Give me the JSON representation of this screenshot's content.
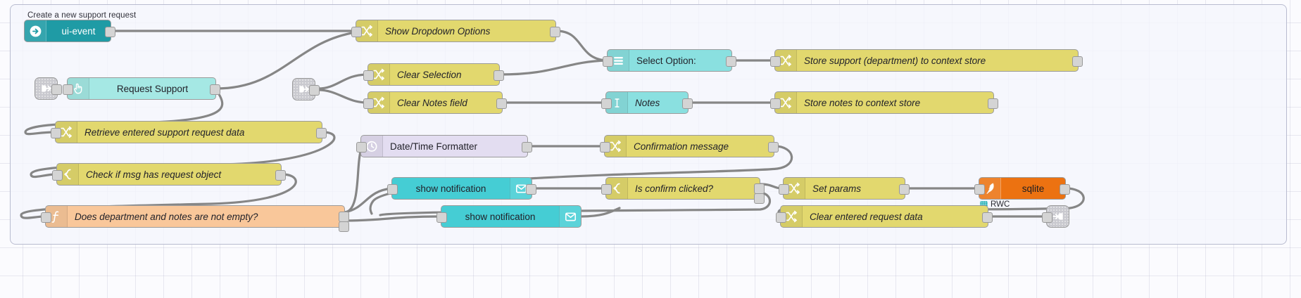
{
  "editor": {
    "app": "node-red-flow-editor",
    "group_label": "Create a new support request",
    "wire_color": "#868686",
    "canvas_bg": "#fbfbfe"
  },
  "palette_colors": {
    "change": "#e2d86e",
    "switch": "#e2d86e",
    "ui_event": "#1f9ba5",
    "ui_widget": "#a5e8e4",
    "ui_dropdown": "#8ae0e0",
    "ui_notification": "#45cdd4",
    "function": "#f9c79a",
    "date_time": "#e3ddf1",
    "sqlite": "#ec7211",
    "link": "#c9c9cf"
  },
  "nodes": [
    {
      "id": "ui-event",
      "label": "ui-event",
      "icon": "arrow-right-circle-icon",
      "type": "ui-event",
      "italic": false,
      "align": "center"
    },
    {
      "id": "link-in-1",
      "label": "",
      "icon": "link-in-icon",
      "type": "link-in",
      "italic": false,
      "align": "center"
    },
    {
      "id": "request-support",
      "label": "Request Support",
      "icon": "pointer-hand-icon",
      "type": "ui-button",
      "italic": false,
      "align": "center"
    },
    {
      "id": "show-dropdown",
      "label": "Show Dropdown Options",
      "icon": "change-icon",
      "type": "change",
      "italic": true,
      "align": "left"
    },
    {
      "id": "link-in-2",
      "label": "",
      "icon": "link-in-icon",
      "type": "link-in",
      "italic": false,
      "align": "center"
    },
    {
      "id": "clear-selection",
      "label": "Clear Selection",
      "icon": "change-icon",
      "type": "change",
      "italic": true,
      "align": "left"
    },
    {
      "id": "clear-notes",
      "label": "Clear Notes field",
      "icon": "change-icon",
      "type": "change",
      "italic": true,
      "align": "left"
    },
    {
      "id": "select-option",
      "label": "Select Option:",
      "icon": "dropdown-list-icon",
      "type": "ui-dropdown",
      "italic": false,
      "align": "left"
    },
    {
      "id": "notes",
      "label": "Notes",
      "icon": "text-cursor-icon",
      "type": "ui-text-input",
      "italic": true,
      "align": "left"
    },
    {
      "id": "store-support",
      "label": "Store support (department) to context store",
      "icon": "change-icon",
      "type": "change",
      "italic": true,
      "align": "left"
    },
    {
      "id": "store-notes",
      "label": "Store notes to context store",
      "icon": "change-icon",
      "type": "change",
      "italic": true,
      "align": "left"
    },
    {
      "id": "retrieve-data",
      "label": "Retrieve entered support request data",
      "icon": "change-icon",
      "type": "change",
      "italic": true,
      "align": "left"
    },
    {
      "id": "check-msg",
      "label": "Check if msg has request object",
      "icon": "switch-icon",
      "type": "switch",
      "italic": true,
      "align": "left"
    },
    {
      "id": "not-empty",
      "label": "Does department and notes are not empty?",
      "icon": "function-icon",
      "type": "function",
      "italic": true,
      "align": "left"
    },
    {
      "id": "datetime",
      "label": "Date/Time Formatter",
      "icon": "clock-icon",
      "type": "date-time",
      "italic": false,
      "align": "left"
    },
    {
      "id": "confirmation",
      "label": "Confirmation message",
      "icon": "change-icon",
      "type": "change",
      "italic": true,
      "align": "left"
    },
    {
      "id": "notify-1",
      "label": "show notification",
      "icon": "envelope-icon",
      "type": "ui-notification",
      "italic": false,
      "align": "center"
    },
    {
      "id": "notify-2",
      "label": "show notification",
      "icon": "envelope-icon",
      "type": "ui-notification",
      "italic": false,
      "align": "center"
    },
    {
      "id": "is-confirm",
      "label": "Is confirm clicked?",
      "icon": "switch-icon",
      "type": "switch",
      "italic": true,
      "align": "left"
    },
    {
      "id": "set-params",
      "label": "Set params",
      "icon": "change-icon",
      "type": "change",
      "italic": true,
      "align": "left"
    },
    {
      "id": "sqlite",
      "label": "sqlite",
      "icon": "feather-icon",
      "type": "sqlite",
      "italic": false,
      "align": "center"
    },
    {
      "id": "clear-entered",
      "label": "Clear entered request data",
      "icon": "change-icon",
      "type": "change",
      "italic": true,
      "align": "left"
    },
    {
      "id": "link-out-1",
      "label": "",
      "icon": "link-out-icon",
      "type": "link-out",
      "italic": false,
      "align": "center"
    }
  ],
  "status": {
    "sqlite_status": "RWC",
    "sqlite_status_color": "#2fb3b8"
  }
}
